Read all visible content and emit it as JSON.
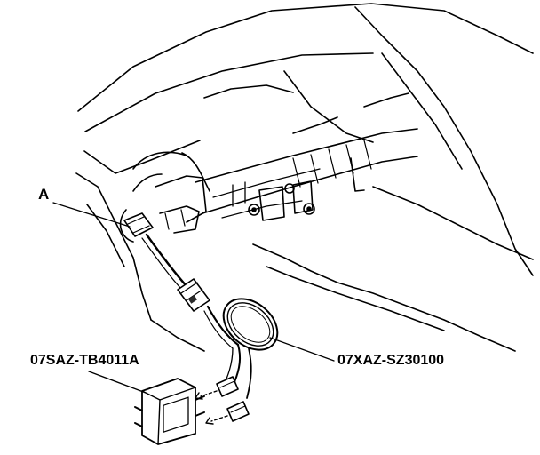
{
  "callouts": {
    "a": "A",
    "tester": "07SAZ-TB4011A",
    "harness": "07XAZ-SZ30100"
  },
  "colors": {
    "ink": "#000000",
    "paper": "#ffffff",
    "shade": "#2a2a2a"
  }
}
